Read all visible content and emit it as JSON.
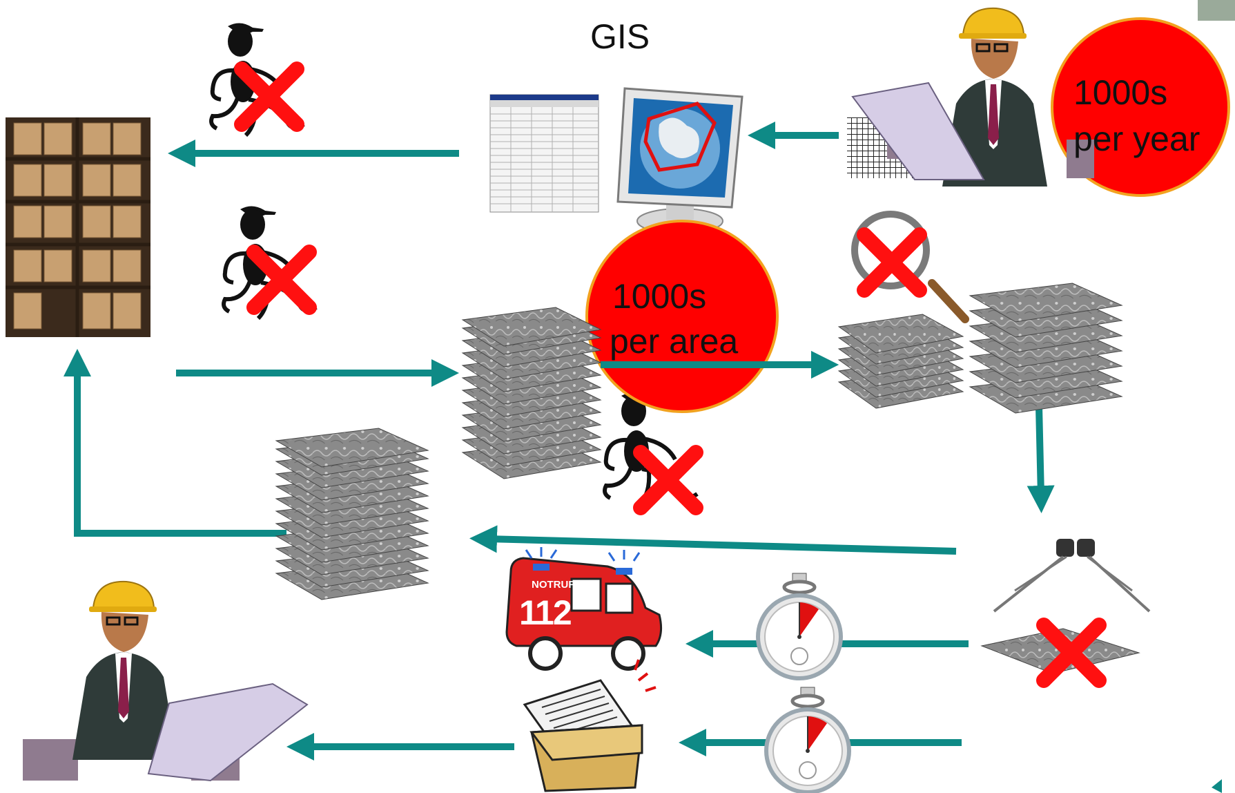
{
  "title": "GIS",
  "circles": {
    "per_year": {
      "line1": "1000s",
      "line2": "per year"
    },
    "per_area": {
      "line1": "1000s",
      "line2": "per area"
    }
  },
  "truck": {
    "text": "NOTRUF",
    "number": "112"
  },
  "colors": {
    "arrow": "#0e8a86",
    "circle": "#ff0000",
    "circle_border": "#f2a21f",
    "cross": "#ff0000"
  },
  "icons": [
    "worker-icon",
    "archive-shelf-icon",
    "runner-icon",
    "computer-globe-icon",
    "spreadsheet-icon",
    "map-sheet-stack-icon",
    "magnifier-icon",
    "stereoscope-icon",
    "stopwatch-icon",
    "fire-truck-icon",
    "document-folder-icon",
    "cross-icon"
  ]
}
